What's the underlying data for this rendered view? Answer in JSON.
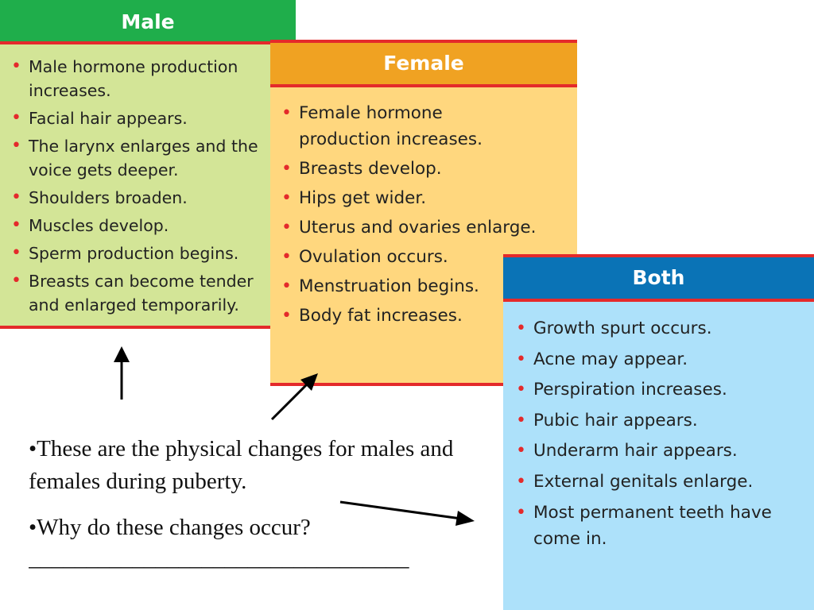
{
  "male": {
    "title": "Male",
    "items": [
      "Male hormone production increases.",
      "Facial hair appears.",
      "The larynx enlarges and the voice gets deeper.",
      "Shoulders broaden.",
      "Muscles develop.",
      "Sperm production begins.",
      "Breasts can become tender and enlarged temporarily."
    ]
  },
  "female": {
    "title": "Female",
    "items": [
      "Female hormone production increases.",
      "Breasts develop.",
      "Hips get wider.",
      "Uterus and ovaries enlarge.",
      "Ovulation occurs.",
      "Menstruation begins.",
      "Body fat increases."
    ]
  },
  "both": {
    "title": "Both",
    "items": [
      "Growth spurt occurs.",
      "Acne may appear.",
      "Perspiration increases.",
      "Pubic hair appears.",
      "Underarm hair appears.",
      "External genitals enlarge.",
      "Most permanent teeth have come in."
    ]
  },
  "notes": {
    "line1": "•These are the physical changes for males and females during puberty.",
    "line2": "•Why do these changes occur?",
    "blank": "_________________________________"
  },
  "colors": {
    "accent_red": "#e42a2b",
    "male_header": "#1fae4b",
    "male_body": "#d3e597",
    "female_header": "#f0a222",
    "female_body": "#ffd77e",
    "both_header": "#0a73b6",
    "both_body": "#ade1fa"
  },
  "icons": [
    "arrow-up-icon",
    "arrow-diagonal-icon",
    "arrow-right-icon"
  ]
}
